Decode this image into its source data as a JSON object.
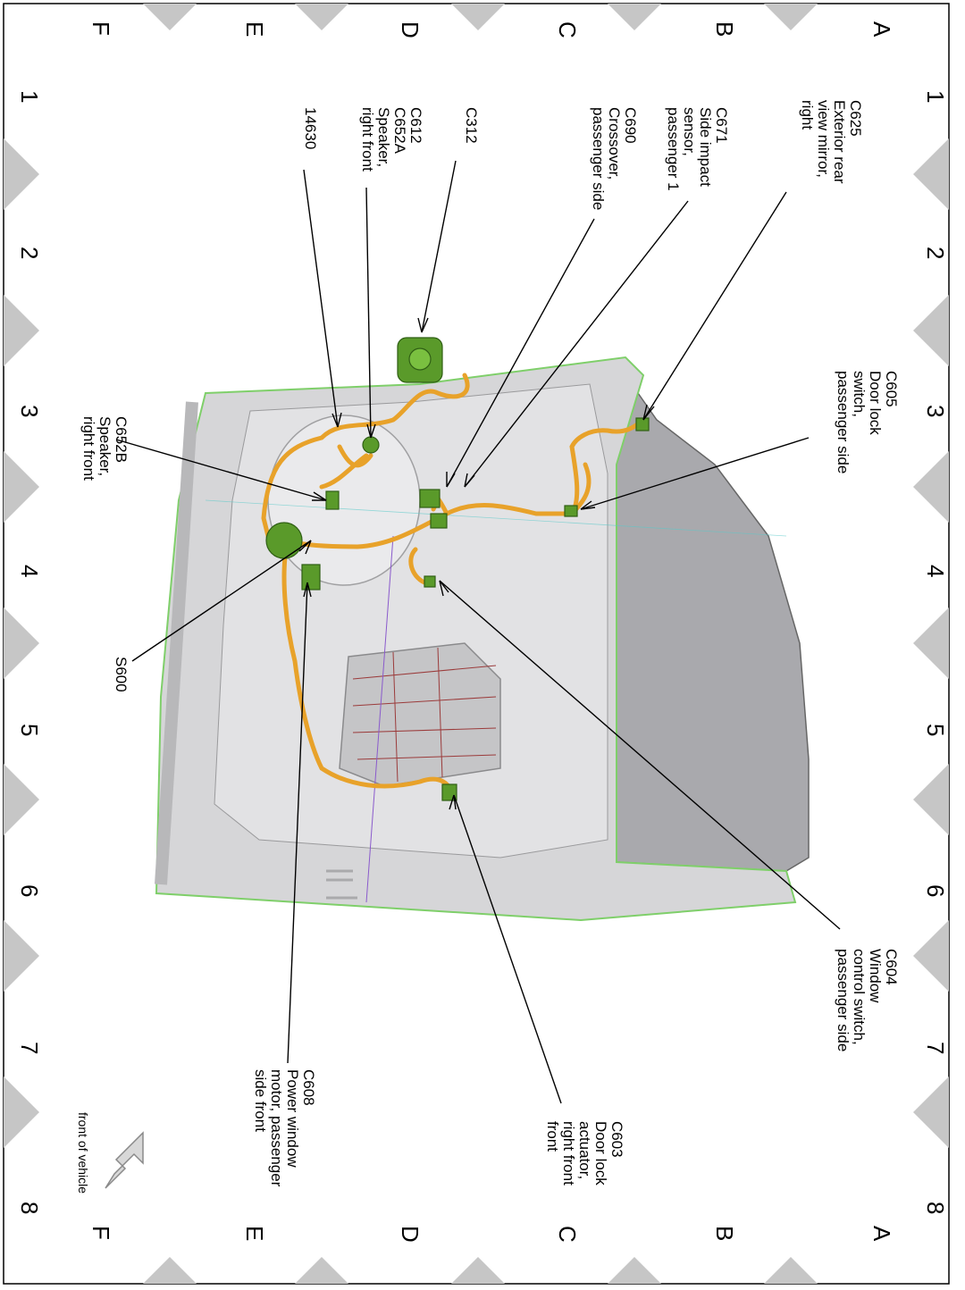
{
  "grid": {
    "rows": [
      "A",
      "B",
      "C",
      "D",
      "E",
      "F"
    ],
    "cols": [
      "1",
      "2",
      "3",
      "4",
      "5",
      "6",
      "7",
      "8"
    ]
  },
  "callouts": {
    "c625": [
      "C625",
      "Exterior rear",
      "view mirror,",
      "right"
    ],
    "c671": [
      "C671",
      "Side impact",
      "sensor,",
      "passenger 1"
    ],
    "c690": [
      "C690",
      "Crossover,",
      "passenger side"
    ],
    "c312": [
      "C312"
    ],
    "c612": [
      "C612",
      "C652A",
      "Speaker,",
      "right front"
    ],
    "n14630": [
      "14630"
    ],
    "c605": [
      "C605",
      "Door lock",
      "switch,",
      "passenger side"
    ],
    "c652b": [
      "C652B",
      "Speaker,",
      "right front"
    ],
    "s600": [
      "S600"
    ],
    "c604": [
      "C604",
      "Window",
      "control switch,",
      "passenger side"
    ],
    "c603": [
      "C603",
      "Door lock",
      "actuator,",
      "right front",
      "front"
    ],
    "c608": [
      "C608",
      "Power window",
      "motor, passenger",
      "side front"
    ]
  },
  "front_of_vehicle": "front of vehicle",
  "colors": {
    "door_panel": "#d4d4d6",
    "door_edge": "#7fcf6a",
    "harness": "#e8a22a",
    "connector": "#5a9a2a",
    "glass": "#a8a8ac",
    "marker": "#c8c8c8"
  }
}
